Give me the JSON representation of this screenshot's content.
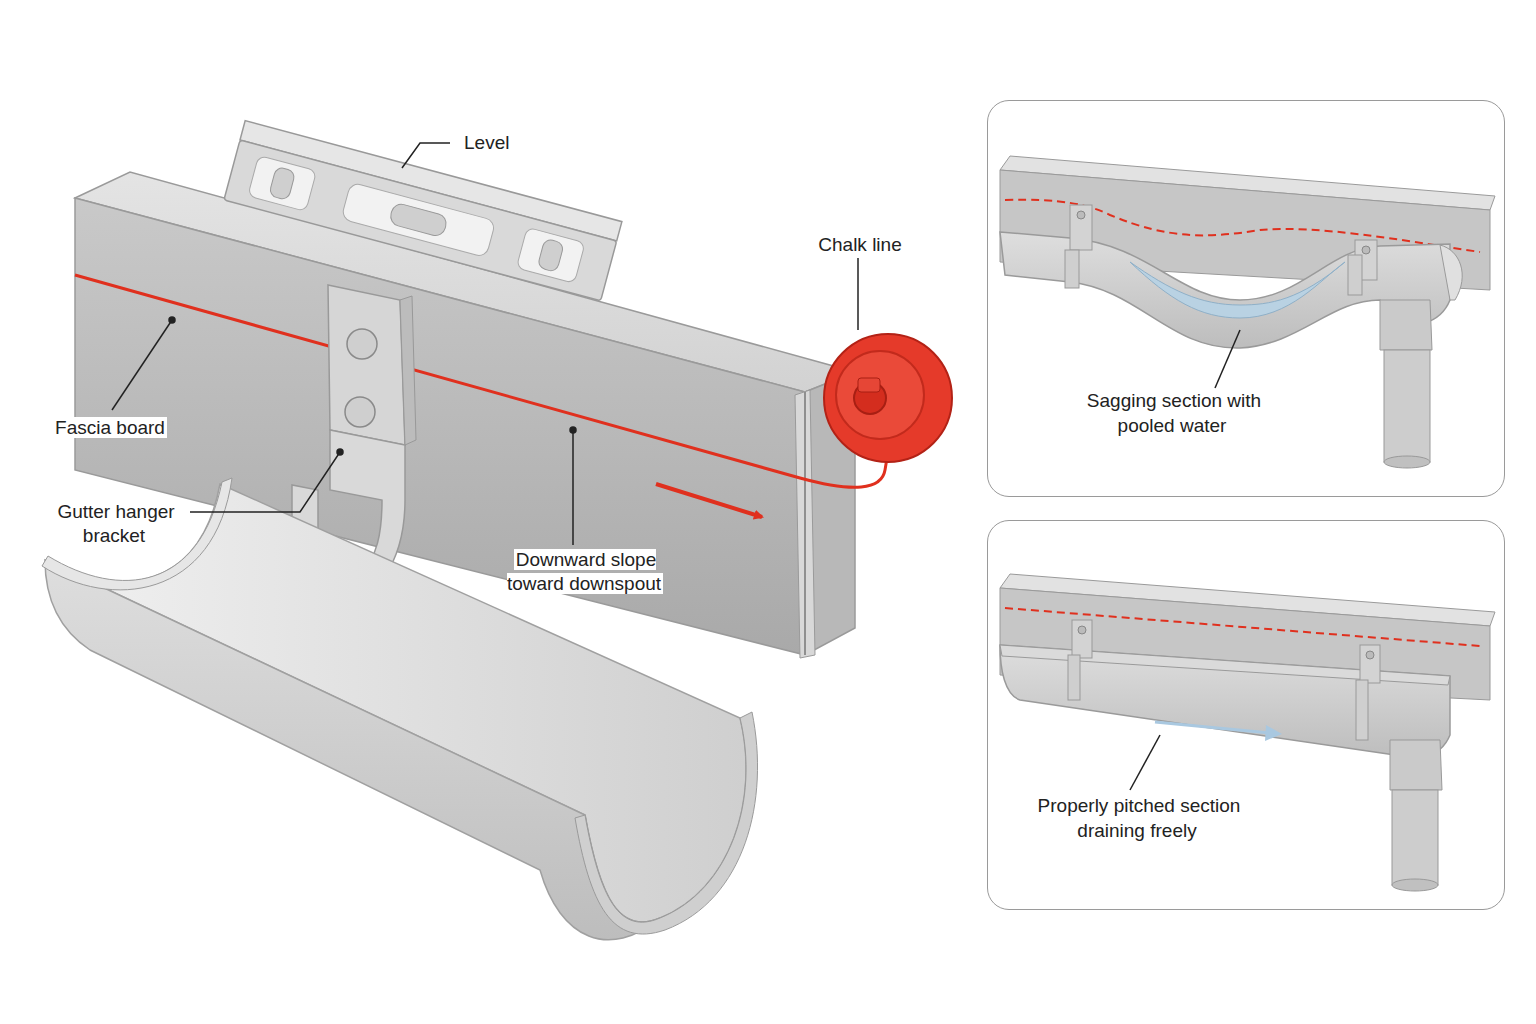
{
  "diagram": {
    "nodes": [
      {
        "text": [
          "Sagging section with pooled water"
        ]
      },
      {
        "text": [
          "Properly pitched section draining freely"
        ]
      }
    ],
    "labels": [
      "Level",
      "Chalk line",
      "Fascia board",
      "Gutter hanger bracket",
      "Downward slope toward downspout"
    ]
  }
}
